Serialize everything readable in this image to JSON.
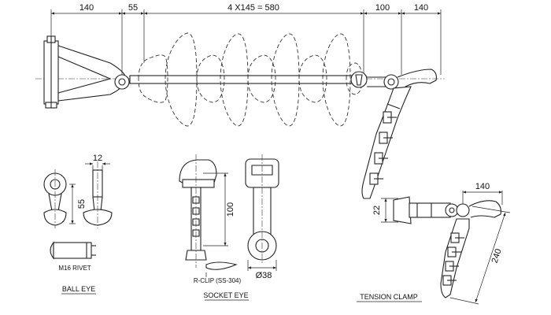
{
  "dimensions": {
    "top_left": "140",
    "top_gap": "55",
    "top_middle": "4 X145 = 580",
    "top_right_a": "100",
    "top_right_b": "140",
    "ball_eye_width": "12",
    "ball_eye_height": "55",
    "socket_eye_height": "100",
    "socket_eye_diameter": "Ø38",
    "clamp_width": "140",
    "clamp_offset": "22",
    "clamp_length": "240"
  },
  "labels": {
    "rivet": "M16 RIVET",
    "r_clip": "R-CLIP (SS-304)",
    "ball_eye": "BALL EYE",
    "socket_eye": "SOCKET EYE",
    "tension_clamp": "TENSION CLAMP"
  }
}
